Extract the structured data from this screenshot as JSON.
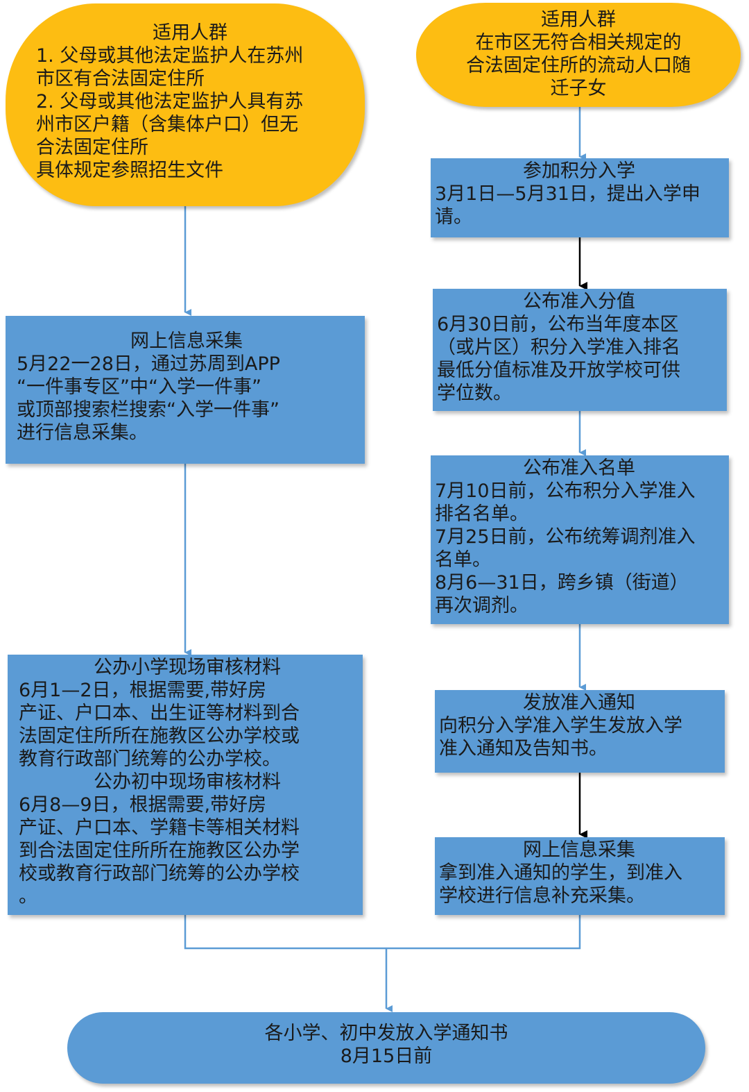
{
  "left_group": {
    "title": "适用人群",
    "lines": [
      "1. 父母或其他法定监护人在苏州",
      "市区有合法固定住所",
      "2. 父母或其他法定监护人具有苏",
      "州市区户籍（含集体户口）但无",
      "合法固定住所",
      "具体规定参照招生文件"
    ]
  },
  "right_group": {
    "title": "适用人群",
    "lines": [
      "在市区无符合相关规定的",
      "合法固定住所的流动人口随",
      "迁子女"
    ]
  },
  "online_collection_left": {
    "title": "网上信息采集",
    "lines": [
      "5月22一28日，通过苏周到APP",
      "“一件事专区”中“入学一件事”",
      "或顶部搜索栏搜索“入学一件事”",
      "进行信息采集。"
    ]
  },
  "onsite_review": {
    "primary_title": "公办小学现场审核材料",
    "primary_lines": [
      "6月1—2日，根据需要,带好房",
      "产证、户口本、出生证等材料到合",
      "法固定住所所在施教区公办学校或",
      "教育行政部门统筹的公办学校。"
    ],
    "middle_title": "公办初中现场审核材料",
    "middle_lines": [
      "6月8—9日，根据需要,带好房",
      "产证、户口本、学籍卡等相关材料",
      "到合法固定住所所在施教区公办学",
      "校或教育行政部门统筹的公办学校",
      "。"
    ]
  },
  "points_enrollment": {
    "title": "参加积分入学",
    "lines": [
      "3月1日—5月31日，提出入学申",
      "请。"
    ]
  },
  "publish_score": {
    "title": "公布准入分值",
    "lines": [
      "6月30日前，公布当年度本区",
      "（或片区）积分入学准入排名",
      "最低分值标准及开放学校可供",
      "学位数。"
    ]
  },
  "publish_list": {
    "title": "公布准入名单",
    "lines": [
      "7月10日前，公布积分入学准入",
      "排名名单。",
      "7月25日前，公布统筹调剂准入",
      "名单。",
      "8月6—31日，跨乡镇（街道）",
      "再次调剂。"
    ]
  },
  "issue_notice": {
    "title": "发放准入通知",
    "lines": [
      "向积分入学准入学生发放入学",
      "准入通知及告知书。"
    ]
  },
  "online_collection_right": {
    "title": "网上信息采集",
    "lines": [
      "拿到准入通知的学生，到准入",
      "学校进行信息补充采集。"
    ]
  },
  "final": {
    "title": "各小学、初中发放入学通知书",
    "subtitle": "8月15日前"
  },
  "colors": {
    "oval_fill": "#fdbd12",
    "box_fill": "#5b9bd5",
    "connector": "#5b9bd5",
    "arrow_black": "#000000"
  }
}
